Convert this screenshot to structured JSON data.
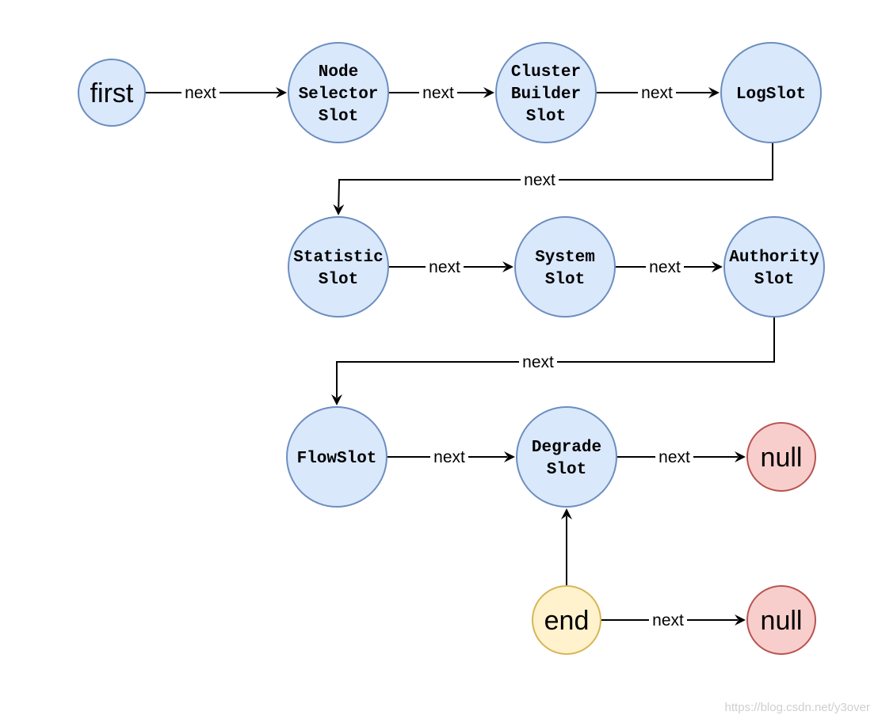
{
  "nodes": {
    "first": {
      "label": [
        "first"
      ]
    },
    "node_selector_slot": {
      "label": [
        "Node",
        "Selector",
        "Slot"
      ]
    },
    "cluster_builder_slot": {
      "label": [
        "Cluster",
        "Builder",
        "Slot"
      ]
    },
    "log_slot": {
      "label": [
        "LogSlot"
      ]
    },
    "statistic_slot": {
      "label": [
        "Statistic",
        "Slot"
      ]
    },
    "system_slot": {
      "label": [
        "System",
        "Slot"
      ]
    },
    "authority_slot": {
      "label": [
        "Authority",
        "Slot"
      ]
    },
    "flow_slot": {
      "label": [
        "FlowSlot"
      ]
    },
    "degrade_slot": {
      "label": [
        "Degrade",
        "Slot"
      ]
    },
    "null_1": {
      "label": [
        "null"
      ]
    },
    "end": {
      "label": [
        "end"
      ]
    },
    "null_2": {
      "label": [
        "null"
      ]
    }
  },
  "edges": [
    {
      "from": "first",
      "to": "node_selector_slot",
      "label": "next"
    },
    {
      "from": "node_selector_slot",
      "to": "cluster_builder_slot",
      "label": "next"
    },
    {
      "from": "cluster_builder_slot",
      "to": "log_slot",
      "label": "next"
    },
    {
      "from": "log_slot",
      "to": "statistic_slot",
      "label": "next"
    },
    {
      "from": "statistic_slot",
      "to": "system_slot",
      "label": "next"
    },
    {
      "from": "system_slot",
      "to": "authority_slot",
      "label": "next"
    },
    {
      "from": "authority_slot",
      "to": "flow_slot",
      "label": "next"
    },
    {
      "from": "flow_slot",
      "to": "degrade_slot",
      "label": "next"
    },
    {
      "from": "degrade_slot",
      "to": "null_1",
      "label": "next"
    },
    {
      "from": "end",
      "to": "degrade_slot",
      "label": ""
    },
    {
      "from": "end",
      "to": "null_2",
      "label": "next"
    }
  ],
  "colors": {
    "slot_fill": "#dae8fc",
    "slot_stroke": "#6c8ebf",
    "null_fill": "#f8cecc",
    "null_stroke": "#b85450",
    "end_fill": "#fff2cc",
    "end_stroke": "#d6b656"
  },
  "watermark": "https://blog.csdn.net/y3over"
}
